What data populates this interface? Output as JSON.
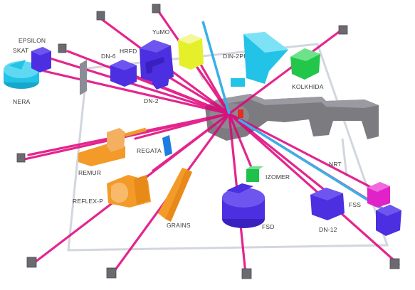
{
  "colors": {
    "guide": "#e0007a",
    "background": "#ffffff",
    "floor_outline": "#c8ccd6",
    "reactor_hall": "#6f6f73",
    "reactor_core": "#e0301e"
  },
  "instruments": [
    {
      "id": "nera",
      "label": "NERA",
      "color": "#22c3e6"
    },
    {
      "id": "skat",
      "label": "SKAT",
      "color": "#4b2fe0"
    },
    {
      "id": "epsilon",
      "label": "EPSILON",
      "color": "#4b2fe0"
    },
    {
      "id": "dn6",
      "label": "DN-6",
      "color": "#4b2fe0"
    },
    {
      "id": "hrfd",
      "label": "HRFD",
      "color": "#4b2fe0"
    },
    {
      "id": "yumo",
      "label": "YuMO",
      "color": "#e6f02a"
    },
    {
      "id": "din2pi",
      "label": "DIN-2PI",
      "color": "#22c3e6"
    },
    {
      "id": "kolkhida",
      "label": "KOLKHIDA",
      "color": "#22c64a"
    },
    {
      "id": "dn2",
      "label": "DN-2",
      "color": "#4b2fe0"
    },
    {
      "id": "regata",
      "label": "REGATA",
      "color": "#1e7be0"
    },
    {
      "id": "remur",
      "label": "REMUR",
      "color": "#f39a28"
    },
    {
      "id": "izomer",
      "label": "IZOMER",
      "color": "#1ec24a"
    },
    {
      "id": "nrt",
      "label": "NRT",
      "color": "#e022c8"
    },
    {
      "id": "fss",
      "label": "FSS",
      "color": "#4b2fe0"
    },
    {
      "id": "reflexp",
      "label": "REFLEX-P",
      "color": "#f39a28"
    },
    {
      "id": "grains",
      "label": "GRAINS",
      "color": "#f39a28"
    },
    {
      "id": "fsd",
      "label": "FSD",
      "color": "#4b2fe0"
    },
    {
      "id": "dn12",
      "label": "DN-12",
      "color": "#4b2fe0"
    }
  ]
}
